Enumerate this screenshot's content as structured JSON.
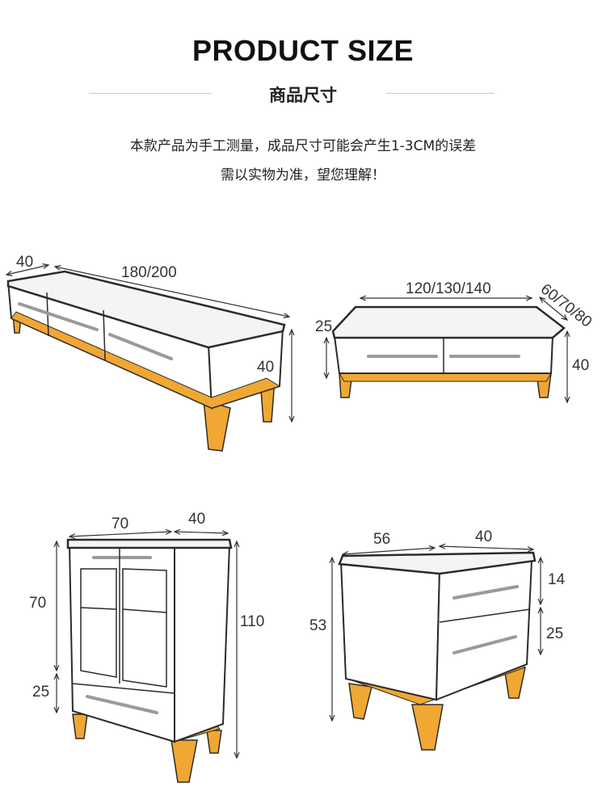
{
  "header": {
    "title": "PRODUCT SIZE",
    "subtitle": "商品尺寸"
  },
  "notice": {
    "line1": "本款产品为手工测量，成品尺寸可能会产生1-3CM的误差",
    "line2": "需以实物为准，望您理解！"
  },
  "colors": {
    "outline": "#2b2b2b",
    "leg": "#f0a733",
    "panel": "#ffffff",
    "top": "#f4f4f4",
    "dimension_line": "#333333"
  },
  "products": {
    "tv_cabinet": {
      "depth": "40",
      "length": "180/200",
      "height": "40"
    },
    "coffee_table": {
      "length": "120/130/140",
      "depth": "60/70/80",
      "body_height": "25",
      "height": "40"
    },
    "display_cabinet": {
      "width": "70",
      "depth": "40",
      "glass_height": "70",
      "drawer_height": "25",
      "height": "110"
    },
    "nightstand": {
      "width": "56",
      "depth": "40",
      "height": "53",
      "top_drawer_height": "14",
      "bottom_drawer_height": "25"
    }
  }
}
